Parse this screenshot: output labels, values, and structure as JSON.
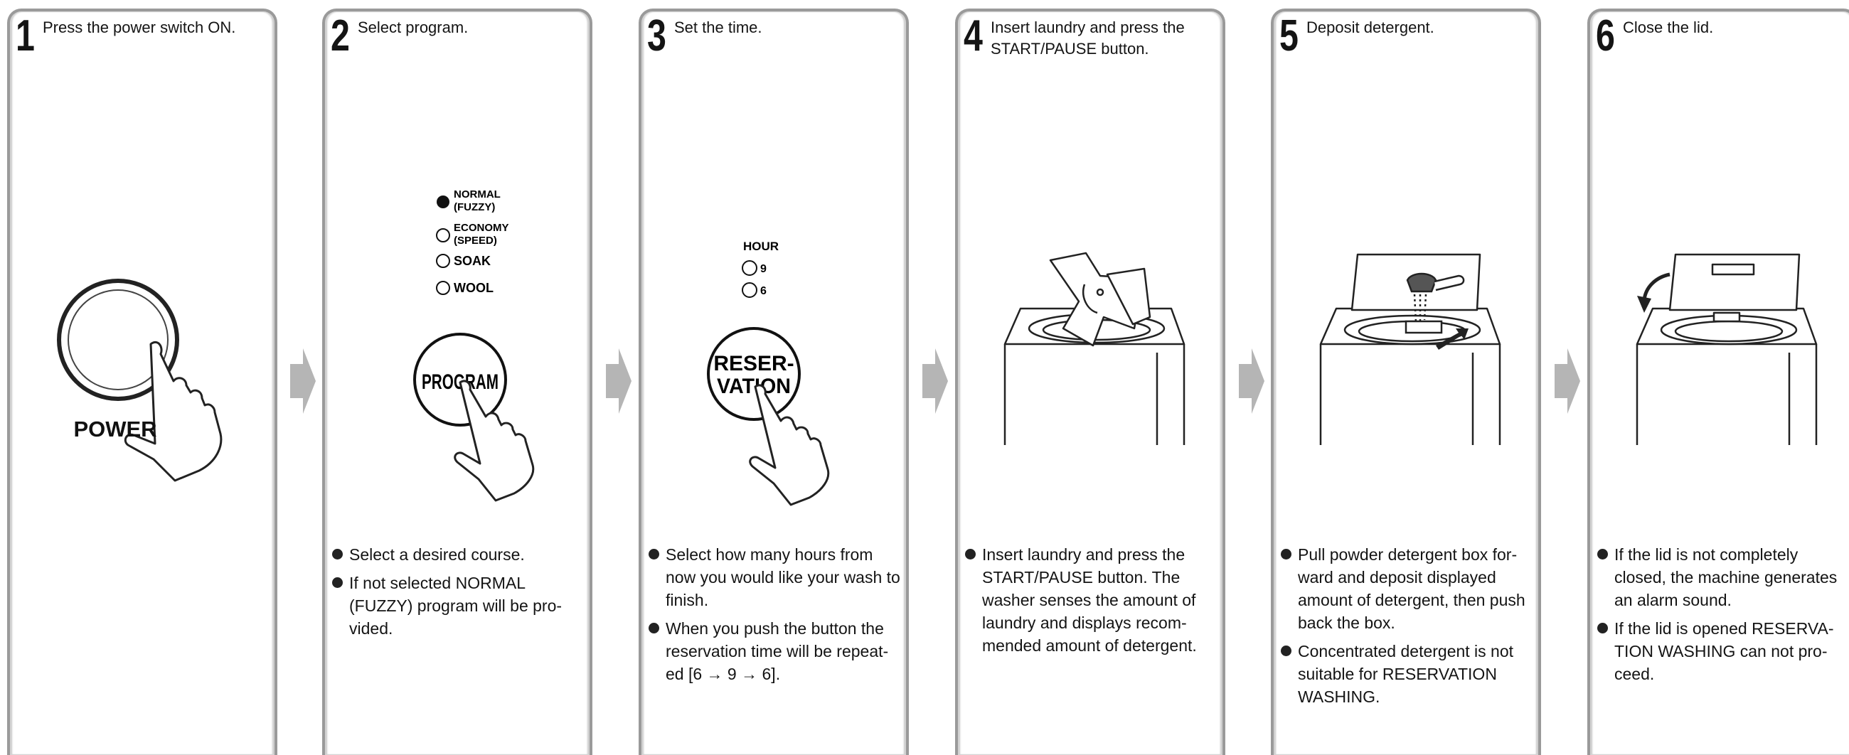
{
  "steps": [
    {
      "number": "1",
      "title": "Press the power switch ON.",
      "illustration": {
        "label": "POWER"
      },
      "bullets": []
    },
    {
      "number": "2",
      "title": "Select program.",
      "illustration": {
        "options": [
          {
            "lines": [
              "NORMAL",
              "(FUZZY)"
            ],
            "selected": true
          },
          {
            "lines": [
              "ECONOMY",
              "(SPEED)"
            ],
            "selected": false
          },
          {
            "lines": [
              "SOAK"
            ],
            "selected": false
          },
          {
            "lines": [
              "WOOL"
            ],
            "selected": false
          }
        ],
        "button_label": "PROGRAM"
      },
      "bullets": [
        "Select a desired course.",
        "If not selected NORMAL (FUZZY) program will be pro-vided."
      ]
    },
    {
      "number": "3",
      "title": "Set the time.",
      "illustration": {
        "heading": "HOUR",
        "options": [
          "9",
          "6"
        ],
        "button_label_line1": "RESER-",
        "button_label_line2": "VATION"
      },
      "bullets": [
        "Select how many hours from now you would like your wash to finish.",
        "When you push the button the reservation time will be repeat-ed [6 → 9 → 6]."
      ]
    },
    {
      "number": "4",
      "title": "Insert laundry and press the START/PAUSE button.",
      "bullets": [
        "Insert laundry and press the START/PAUSE button. The washer senses the amount of laundry and displays recom-mended amount of detergent."
      ]
    },
    {
      "number": "5",
      "title": "Deposit detergent.",
      "bullets": [
        "Pull powder detergent box for-ward and deposit displayed amount of detergent, then push back the box.",
        "Concentrated detergent is not suitable for RESERVATION WASHING."
      ]
    },
    {
      "number": "6",
      "title": "Close the lid.",
      "bullets": [
        "If the lid is not completely closed, the machine generates an alarm sound.",
        "If the lid is opened RESERVA-TION WASHING can not pro-ceed."
      ]
    }
  ]
}
